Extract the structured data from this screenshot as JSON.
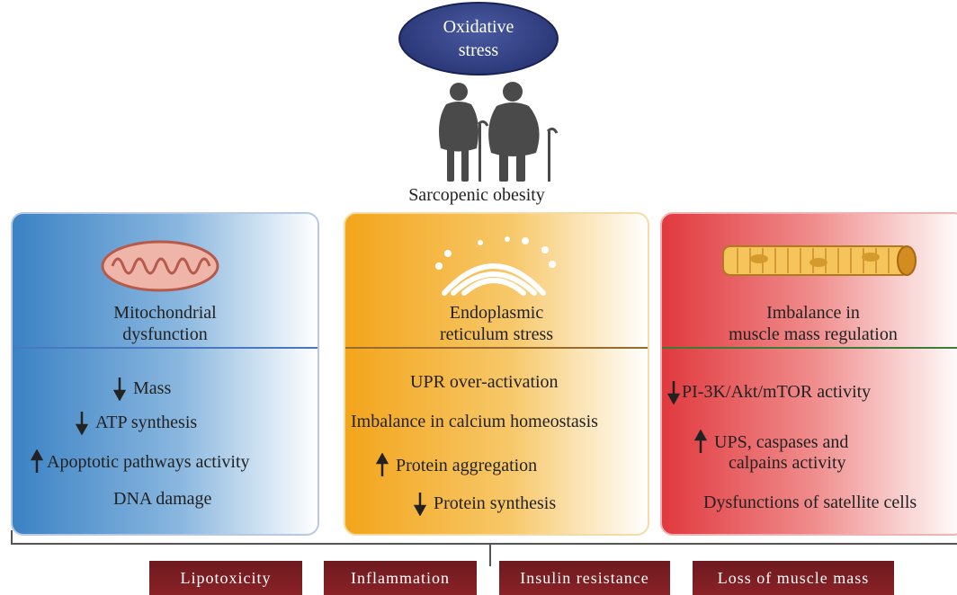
{
  "top": {
    "oval_line1": "Oxidative",
    "oval_line2": "stress",
    "figure_label": "Sarcopenic obesity"
  },
  "panels": [
    {
      "title_line1": "Mitochondrial",
      "title_line2": "dysfunction",
      "icon": "mitochondrion-icon",
      "items": [
        {
          "text": "Mass",
          "arrow": "down"
        },
        {
          "text": "ATP synthesis",
          "arrow": "down"
        },
        {
          "text": "Apoptotic pathways activity",
          "arrow": "up"
        },
        {
          "text": "DNA damage",
          "arrow": "none"
        }
      ]
    },
    {
      "title_line1": "Endoplasmic",
      "title_line2": "reticulum stress",
      "icon": "endoplasmic-reticulum-icon",
      "items": [
        {
          "text": "UPR over-activation",
          "arrow": "none"
        },
        {
          "text": "Imbalance in calcium homeostasis",
          "arrow": "none"
        },
        {
          "text": "Protein aggregation",
          "arrow": "up"
        },
        {
          "text": "Protein synthesis",
          "arrow": "down"
        }
      ]
    },
    {
      "title_line1": "Imbalance in",
      "title_line2": "muscle mass regulation",
      "icon": "muscle-fiber-icon",
      "items": [
        {
          "text": "PI-3K/Akt/mTOR activity",
          "arrow": "down"
        },
        {
          "text": "UPS, caspases and",
          "arrow": "up"
        },
        {
          "text": "calpains activity",
          "arrow": "none"
        },
        {
          "text": "Dysfunctions of satellite cells",
          "arrow": "none"
        }
      ]
    }
  ],
  "outcomes": [
    "Lipotoxicity",
    "Inflammation",
    "Insulin resistance",
    "Loss of muscle mass"
  ],
  "colors": {
    "mito": "#3b82c4",
    "er": "#f3a51b",
    "muscle": "#e0393e",
    "badge": "#7a1e23",
    "oval": "#2c3a7a"
  }
}
